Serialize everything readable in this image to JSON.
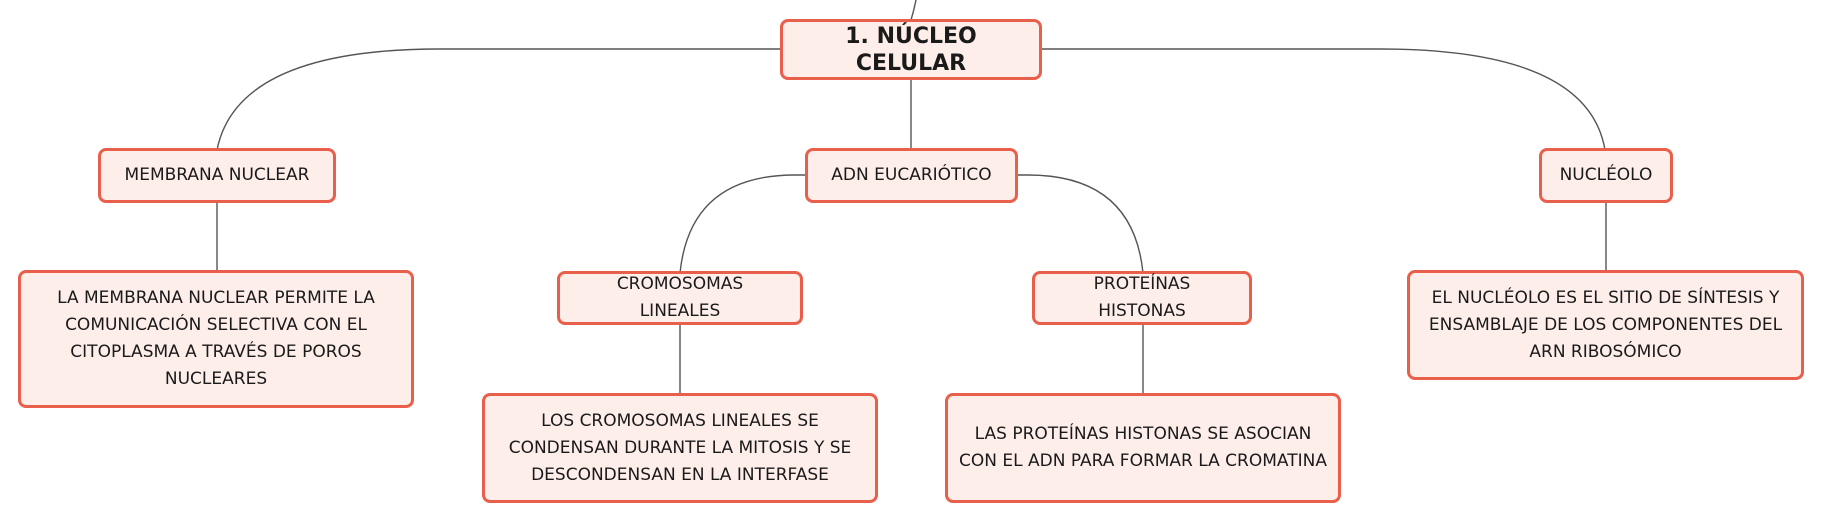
{
  "mindmap": {
    "root": {
      "label": "1. NÚCLEO CELULAR"
    },
    "membrane": {
      "label": "MEMBRANA NUCLEAR",
      "detail": "LA MEMBRANA NUCLEAR PERMITE LA COMUNICACIÓN SELECTIVA CON EL CITOPLASMA A TRAVÉS DE POROS NUCLEARES"
    },
    "dna": {
      "label": "ADN EUCARIÓTICO",
      "chromosomes": {
        "label": "CROMOSOMAS LINEALES",
        "detail": "LOS CROMOSOMAS LINEALES SE CONDENSAN DURANTE LA MITOSIS Y SE DESCONDENSAN EN LA INTERFASE"
      },
      "histones": {
        "label": "PROTEÍNAS HISTONAS",
        "detail": "LAS PROTEÍNAS HISTONAS SE ASOCIAN CON EL ADN PARA FORMAR LA CROMATINA"
      }
    },
    "nucleolus": {
      "label": "NUCLÉOLO",
      "detail": "EL NUCLÉOLO ES EL SITIO DE SÍNTESIS Y ENSAMBLAJE DE LOS COMPONENTES DEL ARN RIBOSÓMICO"
    }
  },
  "colors": {
    "node_fill": "#fdeee9",
    "node_border": "#e8604c",
    "connector": "#555555"
  }
}
